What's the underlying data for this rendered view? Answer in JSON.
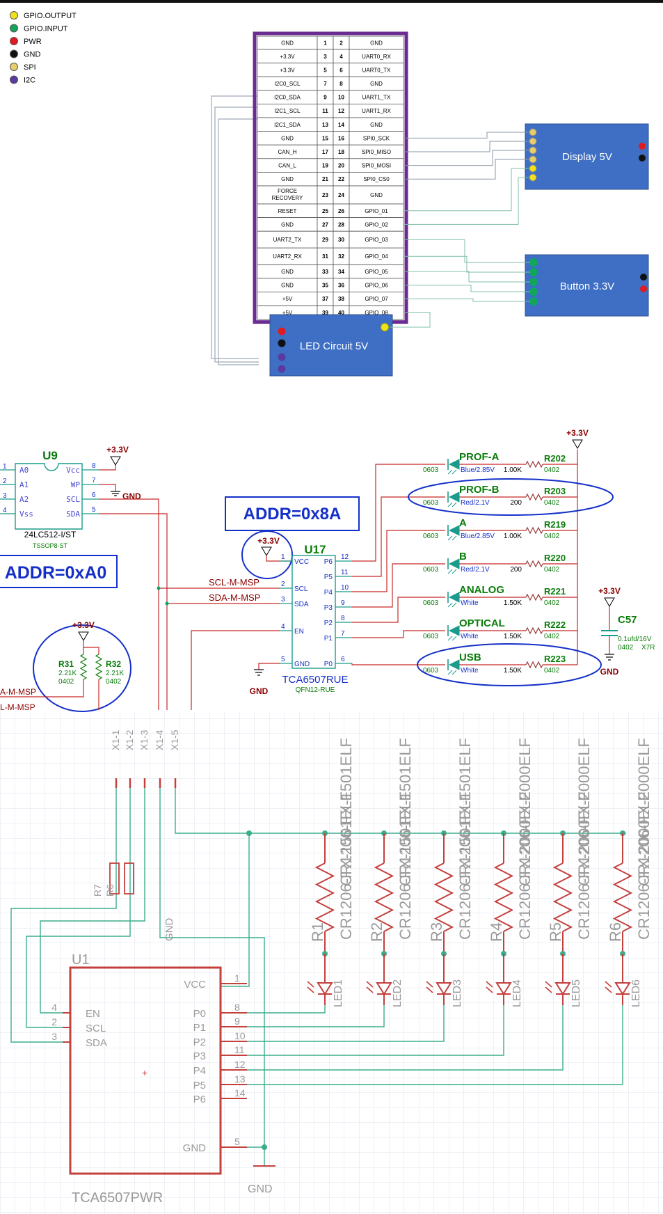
{
  "section1": {
    "legend": [
      {
        "label": "GPIO.OUTPUT",
        "color": "#f2e11a"
      },
      {
        "label": "GPIO.INPUT",
        "color": "#16a35a"
      },
      {
        "label": "PWR",
        "color": "#e11b22"
      },
      {
        "label": "GND",
        "color": "#111111"
      },
      {
        "label": "SPI",
        "color": "#e6cf6b"
      },
      {
        "label": "I2C",
        "color": "#5a3aa0"
      }
    ],
    "pin_rows": [
      [
        "GND",
        "1",
        "2",
        "GND"
      ],
      [
        "+3.3V",
        "3",
        "4",
        "UART0_RX"
      ],
      [
        "+3.3V",
        "5",
        "6",
        "UART0_TX"
      ],
      [
        "I2C0_SCL",
        "7",
        "8",
        "GND"
      ],
      [
        "I2C0_SDA",
        "9",
        "10",
        "UART1_TX"
      ],
      [
        "I2C1_SCL",
        "11",
        "12",
        "UART1_RX"
      ],
      [
        "I2C1_SDA",
        "13",
        "14",
        "GND"
      ],
      [
        "GND",
        "15",
        "16",
        "SPI0_SCK"
      ],
      [
        "CAN_H",
        "17",
        "18",
        "SPI0_MISO"
      ],
      [
        "CAN_L",
        "19",
        "20",
        "SPI0_MOSI"
      ],
      [
        "GND",
        "21",
        "22",
        "SPI0_CS0"
      ],
      [
        "FORCE RECOVERY",
        "23",
        "24",
        "GND"
      ],
      [
        "RESET",
        "25",
        "26",
        "GPIO_01"
      ],
      [
        "GND",
        "27",
        "28",
        "GPIO_02"
      ],
      [
        "UART2_TX",
        "29",
        "30",
        "GPIO_03"
      ],
      [
        "UART2_RX",
        "31",
        "32",
        "GPIO_04"
      ],
      [
        "GND",
        "33",
        "34",
        "GPIO_05"
      ],
      [
        "GND",
        "35",
        "36",
        "GPIO_06"
      ],
      [
        "+5V",
        "37",
        "38",
        "GPIO_07"
      ],
      [
        "+5V",
        "39",
        "40",
        "GPIO_08"
      ]
    ],
    "display_label": "Display 5V",
    "button_label": "Button 3.3V",
    "led_circuit_label": "LED Circuit 5V"
  },
  "section2": {
    "u9": {
      "ref": "U9",
      "part": "24LC512-I/ST",
      "package": "TSSOP8-ST",
      "left_pins": [
        {
          "num": "1",
          "name": "A0"
        },
        {
          "num": "2",
          "name": "A1"
        },
        {
          "num": "3",
          "name": "A2"
        },
        {
          "num": "4",
          "name": "Vss"
        }
      ],
      "right_pins": [
        {
          "num": "8",
          "name": "Vcc"
        },
        {
          "num": "7",
          "name": "WP"
        },
        {
          "num": "6",
          "name": "SCL"
        },
        {
          "num": "5",
          "name": "SDA"
        }
      ],
      "addr": "ADDR=0xA0"
    },
    "gnd_label": "GND",
    "vcc_label": "+3.3V",
    "u17": {
      "ref": "U17",
      "part": "TCA6507RUE",
      "package": "QFN12-RUE",
      "addr": "ADDR=0x8A",
      "left_pins": [
        {
          "num": "1",
          "name": "VCC"
        },
        {
          "num": "2",
          "name": "SCL"
        },
        {
          "num": "3",
          "name": "SDA"
        },
        {
          "num": "4",
          "name": "EN"
        },
        {
          "num": "5",
          "name": "GND"
        }
      ],
      "right_pins": [
        {
          "num": "12",
          "name": "P6"
        },
        {
          "num": "11",
          "name": "P5"
        },
        {
          "num": "10",
          "name": "P4"
        },
        {
          "num": "9",
          "name": "P3"
        },
        {
          "num": "8",
          "name": "P2"
        },
        {
          "num": "7",
          "name": "P1"
        },
        {
          "num": "6",
          "name": "P0"
        }
      ]
    },
    "net_scl": "SCL-M-MSP",
    "net_sda": "SDA-M-MSP",
    "net_scl_partial": "A-M-MSP",
    "net_sda_partial": "L-M-MSP",
    "pullups": [
      {
        "ref": "R31",
        "value": "2.21K",
        "package": "0402"
      },
      {
        "ref": "R32",
        "value": "2.21K",
        "package": "0402"
      }
    ],
    "leds": [
      {
        "name": "PROF-A",
        "pkg": "0603",
        "color": "Blue/2.85V",
        "res_value": "1.00K",
        "res_ref": "R202",
        "res_pkg": "0402"
      },
      {
        "name": "PROF-B",
        "pkg": "0603",
        "color": "Red/2.1V",
        "res_value": "200",
        "res_ref": "R203",
        "res_pkg": "0402"
      },
      {
        "name": "A",
        "pkg": "0603",
        "color": "Blue/2.85V",
        "res_value": "1.00K",
        "res_ref": "R219",
        "res_pkg": "0402"
      },
      {
        "name": "B",
        "pkg": "0603",
        "color": "Red/2.1V",
        "res_value": "200",
        "res_ref": "R220",
        "res_pkg": "0402"
      },
      {
        "name": "ANALOG",
        "pkg": "0603",
        "color": "White",
        "res_value": "1.50K",
        "res_ref": "R221",
        "res_pkg": "0402"
      },
      {
        "name": "OPTICAL",
        "pkg": "0603",
        "color": "White",
        "res_value": "1.50K",
        "res_ref": "R222",
        "res_pkg": "0402"
      },
      {
        "name": "USB",
        "pkg": "0603",
        "color": "White",
        "res_value": "1.50K",
        "res_ref": "R223",
        "res_pkg": "0402"
      }
    ],
    "cap": {
      "ref": "C57",
      "value": "0.1ufd/16V",
      "package": "0402",
      "dielectric": "X7R"
    }
  },
  "section3": {
    "connector": [
      "X1-1",
      "X1-2",
      "X1-3",
      "X1-4",
      "X1-5"
    ],
    "r7": "R7",
    "r6": "R6",
    "gnd": "GND",
    "resistors": [
      {
        "ref": "R1",
        "part": "CR1206-FX-1501ELF"
      },
      {
        "ref": "R2",
        "part": "CR1206-FX-1501ELF"
      },
      {
        "ref": "R3",
        "part": "CR1206-FX-1501ELF"
      },
      {
        "ref": "R4",
        "part": "CR1206-FX-2000ELF"
      },
      {
        "ref": "R5",
        "part": "CR1206-FX-2000ELF"
      },
      {
        "ref": "R6",
        "part": "CR1206-FX-2000ELF"
      }
    ],
    "leds": [
      "LED1",
      "LED2",
      "LED3",
      "LED4",
      "LED5",
      "LED6"
    ],
    "u1": {
      "ref": "U1",
      "part": "TCA6507PWR",
      "left_pins": [
        {
          "num": "4",
          "name": "EN"
        },
        {
          "num": "2",
          "name": "SCL"
        },
        {
          "num": "3",
          "name": "SDA"
        }
      ],
      "right_pins": [
        {
          "num": "1",
          "name": "VCC"
        },
        {
          "num": "8",
          "name": "P0"
        },
        {
          "num": "9",
          "name": "P1"
        },
        {
          "num": "10",
          "name": "P2"
        },
        {
          "num": "11",
          "name": "P3"
        },
        {
          "num": "12",
          "name": "P4"
        },
        {
          "num": "13",
          "name": "P5"
        },
        {
          "num": "14",
          "name": "P6"
        },
        {
          "num": "5",
          "name": "GND"
        }
      ]
    }
  }
}
